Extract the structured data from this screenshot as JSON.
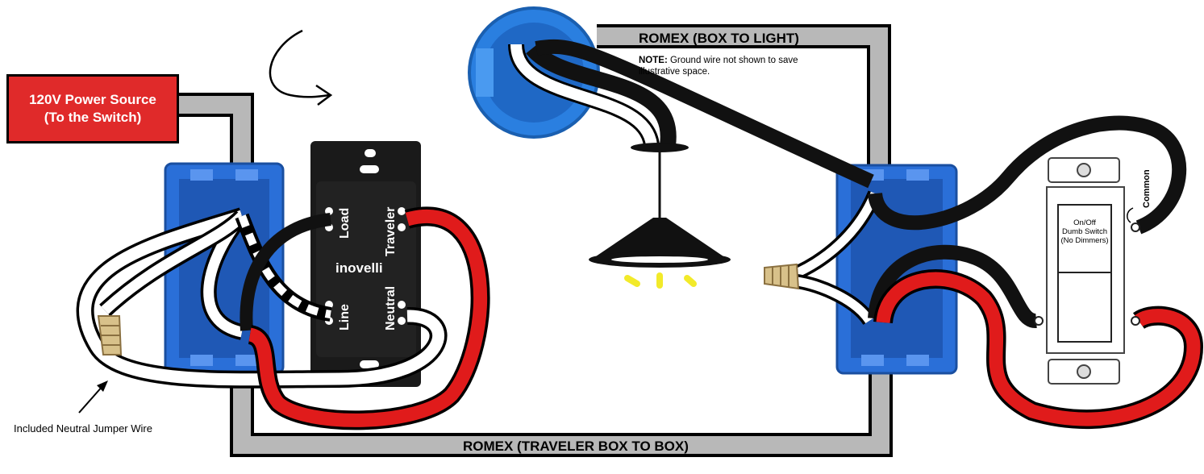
{
  "labels": {
    "power_source_line1": "120V Power Source",
    "power_source_line2": "(To the Switch)",
    "romex_top": "ROMEX (BOX TO LIGHT)",
    "romex_bottom": "ROMEX (TRAVELER BOX TO BOX)",
    "note_bold": "NOTE:",
    "note_line1": " Ground wire not shown to save",
    "note_line2": "illustrative space.",
    "jumper": "Included Neutral Jumper Wire",
    "brand": "inovelli",
    "terminal_load": "Load",
    "terminal_traveler": "Traveler",
    "terminal_line": "Line",
    "terminal_neutral": "Neutral",
    "common": "Common",
    "dumb_switch_line1": "On/Off",
    "dumb_switch_line2": "Dumb Switch",
    "dumb_switch_line3": "(No Dimmers)"
  },
  "colors": {
    "power_box": "#e02a2a",
    "box_blue": "#2a6fd8",
    "romex_gray": "#b8b8b8",
    "wire_red": "#e01b1b",
    "wire_black": "#111111",
    "wire_white": "#ffffff",
    "wire_nut": "#d8c18a",
    "light_glow": "#f2ea2a"
  }
}
